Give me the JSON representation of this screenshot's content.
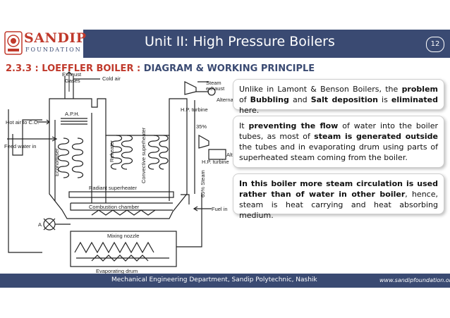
{
  "header": {
    "logo_title": "SANDIP",
    "logo_sub": "FOUNDATION",
    "title": "Unit II: High Pressure Boilers",
    "slide_number": "12"
  },
  "section": {
    "title_part1": "2.3.3 : LOEFFLER BOILER : ",
    "title_part2": "DIAGRAM & WORKING PRINCIPLE"
  },
  "diagram": {
    "labels": {
      "exhaust_gases": "Exhaust\nGases",
      "cold_air": "Cold air",
      "steam_exhaust": "Steam\nexhaust",
      "alternator": "Alternator",
      "hp_turbine_top": "H.P. turbine",
      "aph": "A.P.H.",
      "hot_air": "Hot air to C.C.",
      "feed_water": "Feed water in",
      "economiser": "Economiser",
      "reheater": "Reheater",
      "convective_superheater": "Convective superheater",
      "percent_35": "35%",
      "alte": "Alte",
      "hp_turbine_mid": "H.P. turbine",
      "steam_65": "65% Steam",
      "radiant_superheater": "Radiant superheater",
      "combustion_chamber": "Combustion chamber",
      "fuel_in": "Fuel in",
      "a_label": "A",
      "mixing_nozzle": "Mixing nozzle",
      "evaporating_drum": "Evaporating drum"
    }
  },
  "boxes": {
    "box1": {
      "t1": "Unlike in Lamont & Benson Boilers, the ",
      "b1": "problem",
      "t2": " of ",
      "b2": "Bubbling",
      "t3": " and ",
      "b3": "Salt deposition",
      "t4": " is ",
      "b4": "eliminated",
      "t5": " here."
    },
    "box2": {
      "t1": "It ",
      "b1": "preventing the flow",
      "t2": " of water into the boiler tubes, as most of ",
      "b2": "steam is generated outside",
      "t3": " the tubes and in evaporating drum using parts of superheated steam coming from the boiler."
    },
    "box3": {
      "b1": "In this boiler more steam circulation is used rather than of water in other boiler",
      "t1": ", hence, steam is heat carrying and heat absorbing medium."
    }
  },
  "footer": {
    "text": "Mechanical Engineering Department, Sandip Polytechnic, Nashik",
    "url": "www.sandipfoundation.org"
  },
  "colors": {
    "navy": "#3a4a72",
    "red": "#c0392b"
  }
}
